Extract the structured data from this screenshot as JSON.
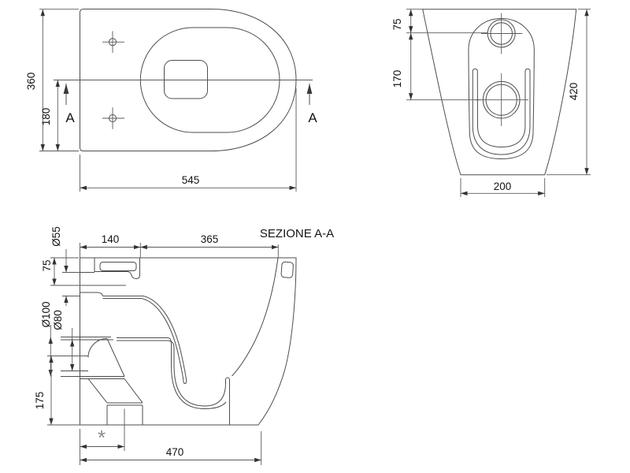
{
  "drawing": {
    "title": "SEZIONE A-A",
    "plan_view": {
      "section_arrow_label": "A",
      "dim_total_width": "545",
      "dim_total_depth": "360",
      "dim_half_depth": "180"
    },
    "rear_view": {
      "dim_inlet_from_top": "75",
      "dim_inlet_to_outlet": "170",
      "dim_total_height": "420",
      "dim_base_width": "200"
    },
    "section_view": {
      "title": "SEZIONE A-A",
      "dim_back_length": "140",
      "dim_front_length": "365",
      "dim_inlet_diameter": "Ø55",
      "dim_inlet_center_from_top": "75",
      "dim_outlet_outer_diameter": "Ø100",
      "dim_outlet_inner_diameter": "Ø80",
      "dim_outlet_center_height": "175",
      "dim_base_length": "470",
      "dim_variable_outlet": "*"
    },
    "colors": {
      "line": "#4d4d4d",
      "text": "#141414",
      "muted": "#8a8a8a",
      "background": "#ffffff"
    }
  }
}
